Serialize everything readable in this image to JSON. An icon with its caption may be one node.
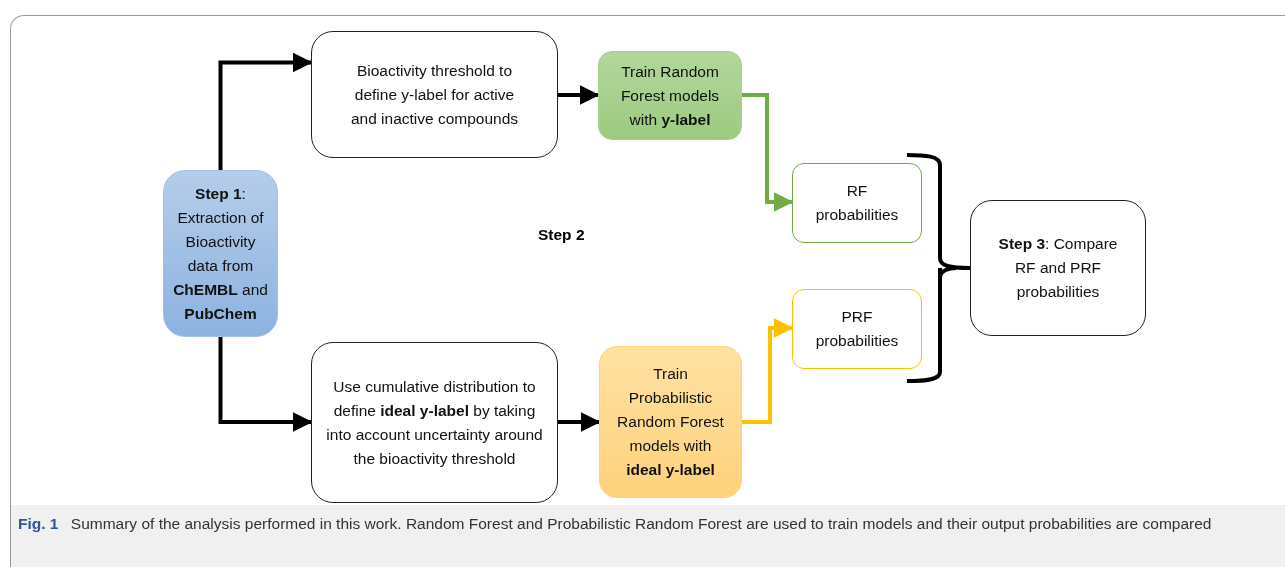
{
  "diagram": {
    "caption": "**Fig. 1** Summary of the analysis performed in this work. Random Forest and Probabilistic Random Forest are used to train models and their output probabilities are compared",
    "nodes": [
      {
        "text": [
          "**Step 1**: Extraction of Bioactivity data from **ChEMBL** and **PubChem**"
        ]
      },
      {
        "text": [
          "Bioactivity threshold to define y-label for active and inactive compounds"
        ]
      },
      {
        "text": [
          "Train Random Forest models with **y-label**"
        ]
      },
      {
        "text": [
          "Use cumulative distribution to define **ideal y-label** by taking into account uncertainty around the bioactivity threshold"
        ]
      },
      {
        "text": [
          "Train Probabilistic Random Forest models with **ideal y-label**"
        ]
      },
      {
        "text": [
          "RF probabilities"
        ]
      },
      {
        "text": [
          "PRF probabilities"
        ]
      },
      {
        "text": [
          "**Step 3**: Compare RF and PRF probabilities"
        ]
      }
    ],
    "edges": [
      {
        "from": 0,
        "to": 1,
        "arrow": "to"
      },
      {
        "from": 0,
        "to": 3,
        "arrow": "to"
      },
      {
        "from": 1,
        "to": 2,
        "arrow": "to"
      },
      {
        "from": 3,
        "to": 4,
        "arrow": "to"
      },
      {
        "from": 2,
        "to": 5,
        "arrow": "to",
        "color": "#70ad47"
      },
      {
        "from": 4,
        "to": 6,
        "arrow": "to",
        "color": "#ffc000"
      }
    ],
    "labels": [
      "Step 2"
    ]
  }
}
